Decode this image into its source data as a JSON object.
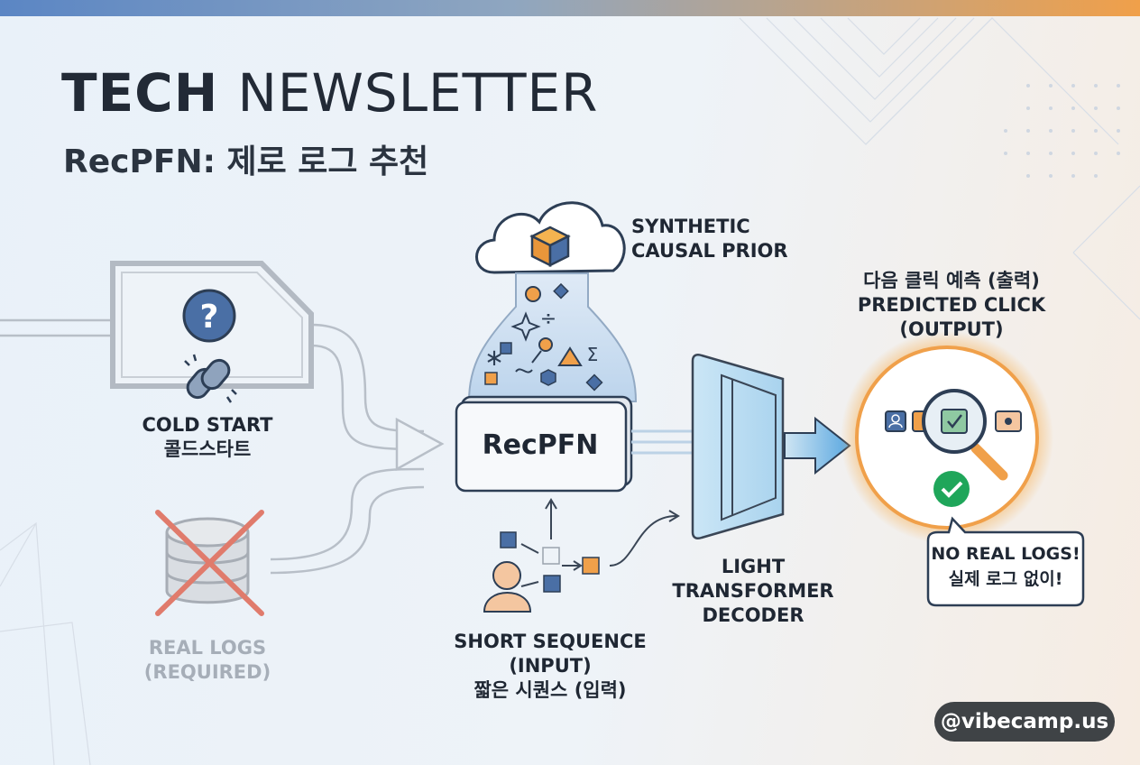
{
  "header": {
    "title_bold": "TECH",
    "title_light": "NEWSLETTER",
    "subtitle": "RecPFN: 제로 로그 추천"
  },
  "cold_start": {
    "line1": "COLD START",
    "line2": "콜드스타트"
  },
  "real_logs": {
    "line1": "REAL LOGS",
    "line2": "(REQUIRED)"
  },
  "prior": {
    "line1": "SYNTHETIC",
    "line2": "CAUSAL PRIOR"
  },
  "model": {
    "label": "RecPFN"
  },
  "sequence": {
    "line1": "SHORT SEQUENCE",
    "line2": "(INPUT)",
    "line3": "짧은 시퀀스 (입력)"
  },
  "decoder": {
    "line1": "LIGHT",
    "line2": "TRANSFORMER",
    "line3": "DECODER"
  },
  "output": {
    "line1": "다음 클릭 예측 (출력)",
    "line2": "PREDICTED CLICK",
    "line3": "(OUTPUT)"
  },
  "bubble": {
    "line1": "NO REAL LOGS!",
    "line2": "실제 로그 없이!"
  },
  "watermark": {
    "text": "@vibecamp.us"
  },
  "icons": {
    "question": "?",
    "division": "÷",
    "sigma": "Σ",
    "asterisk": "∗"
  },
  "colors": {
    "accent_blue": "#4a6fa5",
    "accent_orange": "#f0a04a",
    "glow": "#f7b45c",
    "check_green": "#1fa65a",
    "cross_red": "#e07b6c",
    "decoder_blue": "#bfe0f3"
  }
}
